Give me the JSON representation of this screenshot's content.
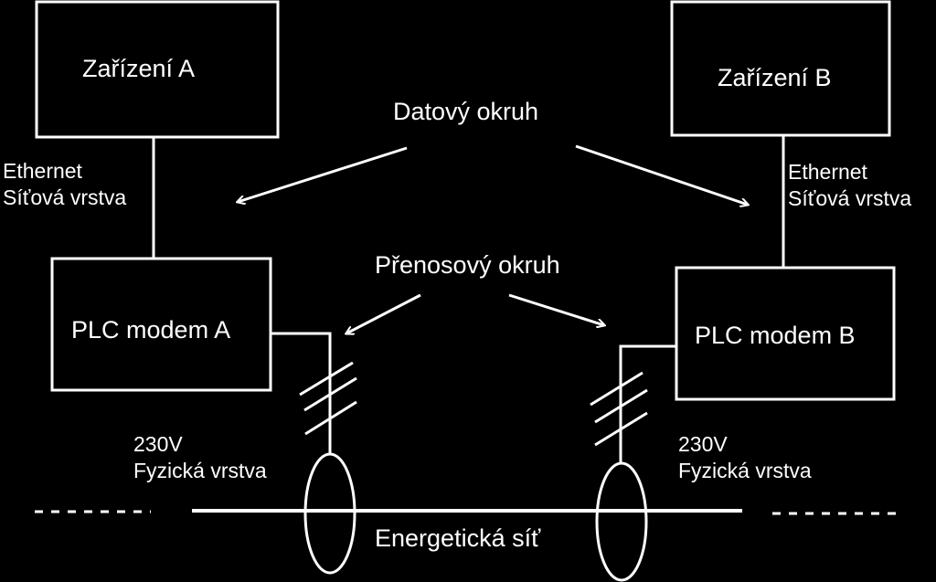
{
  "device_a": {
    "label": "Zařízení A"
  },
  "device_b": {
    "label": "Zařízení B"
  },
  "modem_a": {
    "label": "PLC modem A"
  },
  "modem_b": {
    "label": "PLC modem B"
  },
  "data_circuit": {
    "label": "Datový okruh"
  },
  "transmission_circuit": {
    "label": "Přenosový okruh"
  },
  "left_link": {
    "line1": "Ethernet",
    "line2": "Síťová vrstva"
  },
  "right_link": {
    "line1": "Ethernet",
    "line2": "Síťová vrstva"
  },
  "left_power": {
    "line1": "230V",
    "line2": "Fyzická vrstva"
  },
  "right_power": {
    "line1": "230V",
    "line2": "Fyzická vrstva"
  },
  "grid": {
    "label": "Energetická síť"
  },
  "colors": {
    "background": "#000000",
    "foreground": "#ffffff"
  }
}
